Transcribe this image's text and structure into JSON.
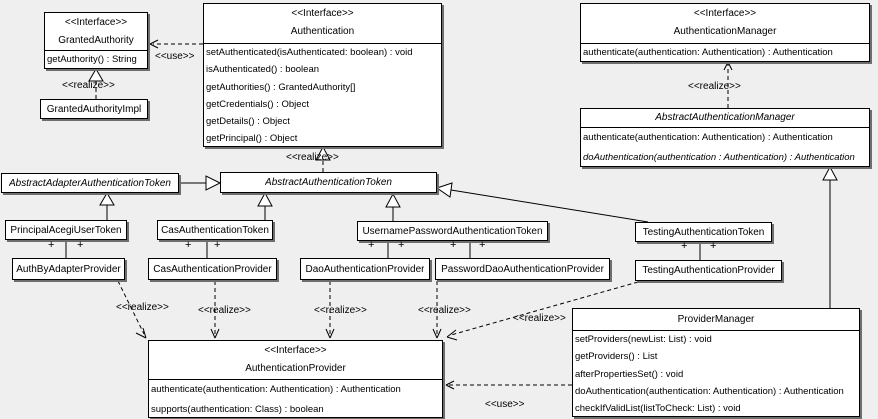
{
  "labels": {
    "use": "<<use>>",
    "realize": "<<realize>>",
    "plus": "+"
  },
  "nodes": {
    "granted_authority": {
      "stereotype": "<<Interface>>",
      "name": "GrantedAuthority",
      "methods": [
        "getAuthority() : String"
      ]
    },
    "granted_authority_impl": {
      "name": "GrantedAuthorityImpl"
    },
    "authentication": {
      "stereotype": "<<Interface>>",
      "name": "Authentication",
      "methods": [
        "setAuthenticated(isAuthenticated: boolean) : void",
        "isAuthenticated() : boolean",
        "getAuthorities() : GrantedAuthority[]",
        "getCredentials() : Object",
        "getDetails() : Object",
        "getPrincipal() : Object"
      ]
    },
    "authentication_manager": {
      "stereotype": "<<Interface>>",
      "name": "AuthenticationManager",
      "methods": [
        "authenticate(authentication: Authentication) : Authentication"
      ]
    },
    "abstract_authentication_manager": {
      "name": "AbstractAuthenticationManager",
      "methods": [
        "authenticate(authentication: Authentication) : Authentication",
        "doAuthentication(authentication : Authentication) : Authentication"
      ]
    },
    "abstract_adapter_authentication_token": {
      "name": "AbstractAdapterAuthenticationToken"
    },
    "abstract_authentication_token": {
      "name": "AbstractAuthenticationToken"
    },
    "principal_acegi_user_token": {
      "name": "PrincipalAcegiUserToken"
    },
    "cas_authentication_token": {
      "name": "CasAuthenticationToken"
    },
    "username_password_authentication_token": {
      "name": "UsernamePasswordAuthenticationToken"
    },
    "testing_authentication_token": {
      "name": "TestingAuthenticationToken"
    },
    "auth_by_adapter_provider": {
      "name": "AuthByAdapterProvider"
    },
    "cas_authentication_provider": {
      "name": "CasAuthenticationProvider"
    },
    "dao_authentication_provider": {
      "name": "DaoAuthenticationProvider"
    },
    "password_dao_authentication_provider": {
      "name": "PasswordDaoAuthenticationProvider"
    },
    "testing_authentication_provider": {
      "name": "TestingAuthenticationProvider"
    },
    "authentication_provider": {
      "stereotype": "<<Interface>>",
      "name": "AuthenticationProvider",
      "methods": [
        "authenticate(authentication: Authentication) : Authentication",
        "supports(authentication: Class) : boolean"
      ]
    },
    "provider_manager": {
      "name": "ProviderManager",
      "methods": [
        "setProviders(newList: List) : void",
        "getProviders() : List",
        "afterPropertiesSet() : void",
        "doAuthentication(authentication: Authentication) : Authentication",
        "checkIfValidList(listToCheck: List) : void"
      ]
    }
  }
}
